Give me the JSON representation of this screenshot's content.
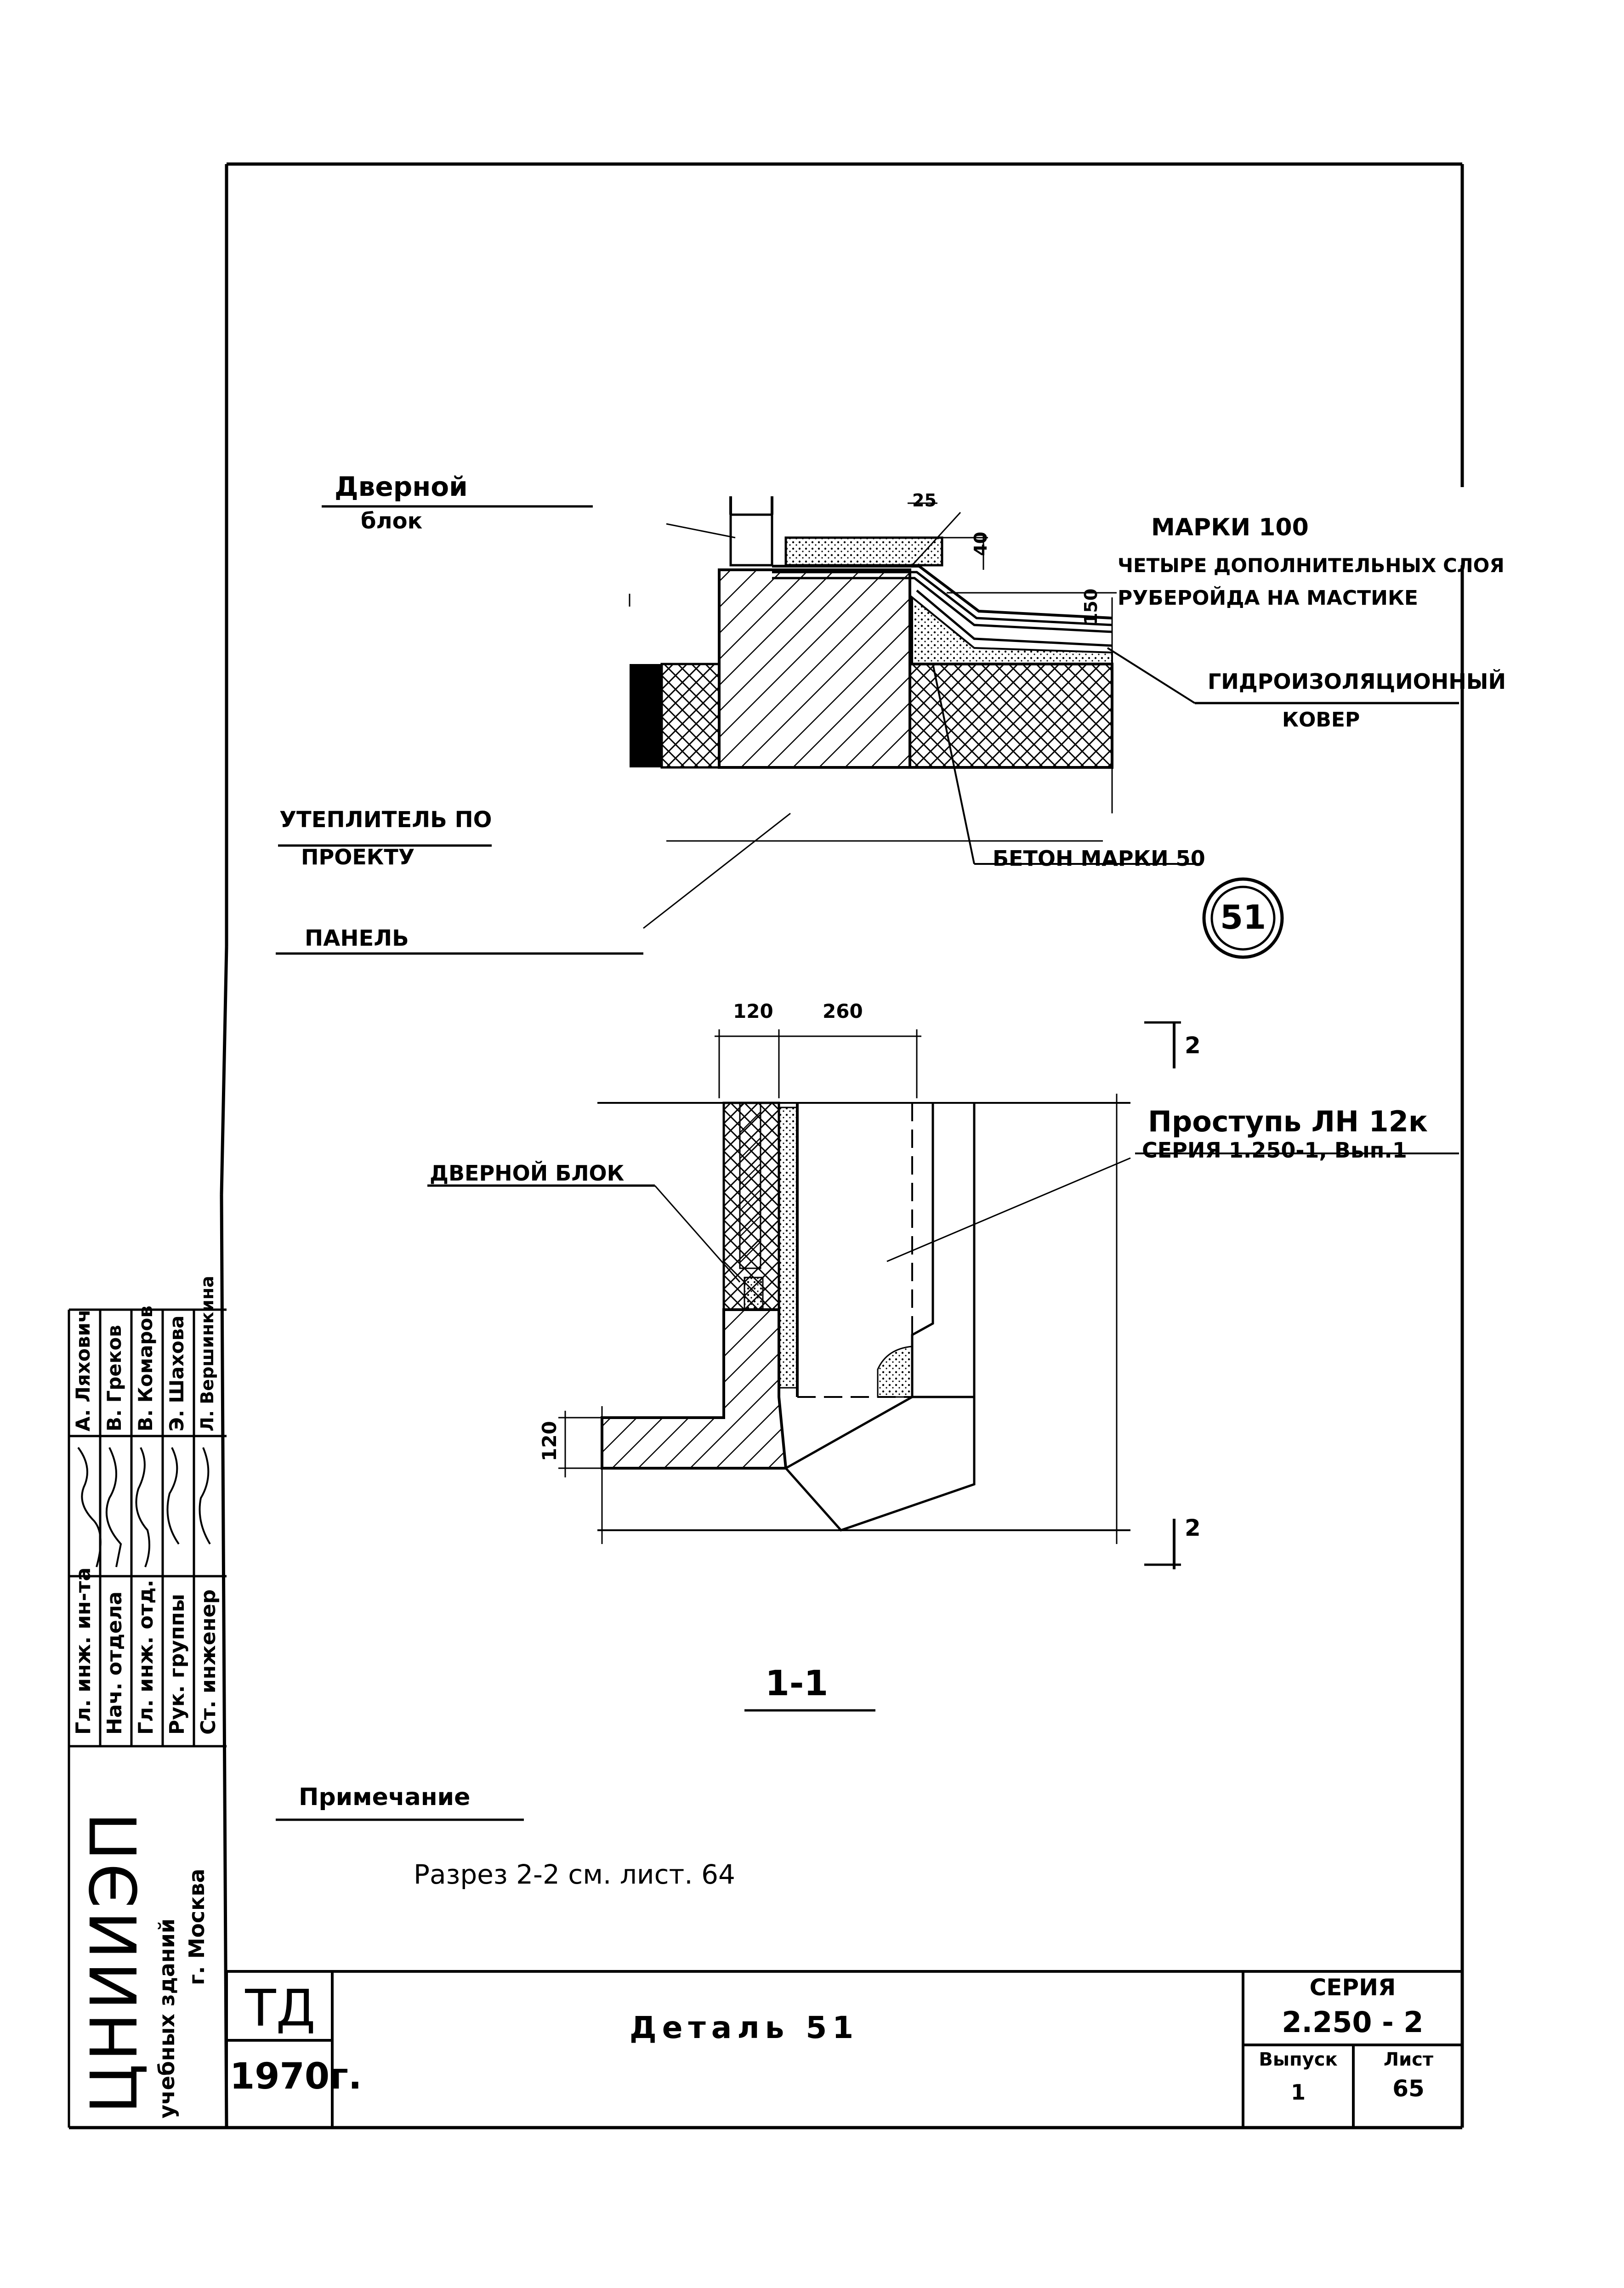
{
  "labels": {
    "door_block_1": "Дверной",
    "door_block_2": "блок",
    "marki100": "МАРКИ 100",
    "four_layers_1": "ЧЕТЫРЕ ДОПОЛНИТЕЛЬНЫХ СЛОЯ",
    "four_layers_2": "РУБЕРОЙДА НА МАСТИКЕ",
    "hydro_1": "ГИДРОИЗОЛЯЦИОННЫЙ",
    "hydro_2": "КОВЕР",
    "insulation_1": "УТЕПЛИТЕЛЬ ПО",
    "insulation_2": "ПРОЕКТУ",
    "concrete": "БЕТОН МАРКИ 50",
    "panel": "ПАНЕЛЬ",
    "detail_number": "51",
    "door_block_plan": "ДВЕРНОЙ БЛОК",
    "stair_1": "Проступь ЛН 12к",
    "stair_2": "СЕРИЯ   1.250-1, Вып.1",
    "section_mark": "2",
    "section_title": "1-1",
    "note_title": "Примечание",
    "note_text": "Разрез 2-2 см. лист. 64"
  },
  "dimensions": {
    "d25": "25",
    "d40": "40",
    "d150": "150",
    "d120_top": "120",
    "d260": "260",
    "d120_side": "120"
  },
  "title_block": {
    "td": "ТД",
    "year": "1970г.",
    "title": "Деталь 51",
    "series_label": "СЕРИЯ",
    "series_value": "2.250 - 2",
    "issue_label": "Выпуск",
    "issue_value": "1",
    "sheet_label": "Лист",
    "sheet_value": "65"
  },
  "stamp": {
    "org": "ЦНИИЭП",
    "org_sub_1": "учебных зданий",
    "org_sub_2": "г. Москва",
    "roles": [
      "Гл. инж. ин-та",
      "Нач. отдела",
      "Гл. инж. отд.",
      "Рук. группы",
      "Ст. инженер"
    ],
    "names": [
      "А. Ляхович",
      "В. Греков",
      "В. Комаров",
      "Э. Шахова",
      "Л. Вершинкина"
    ]
  }
}
